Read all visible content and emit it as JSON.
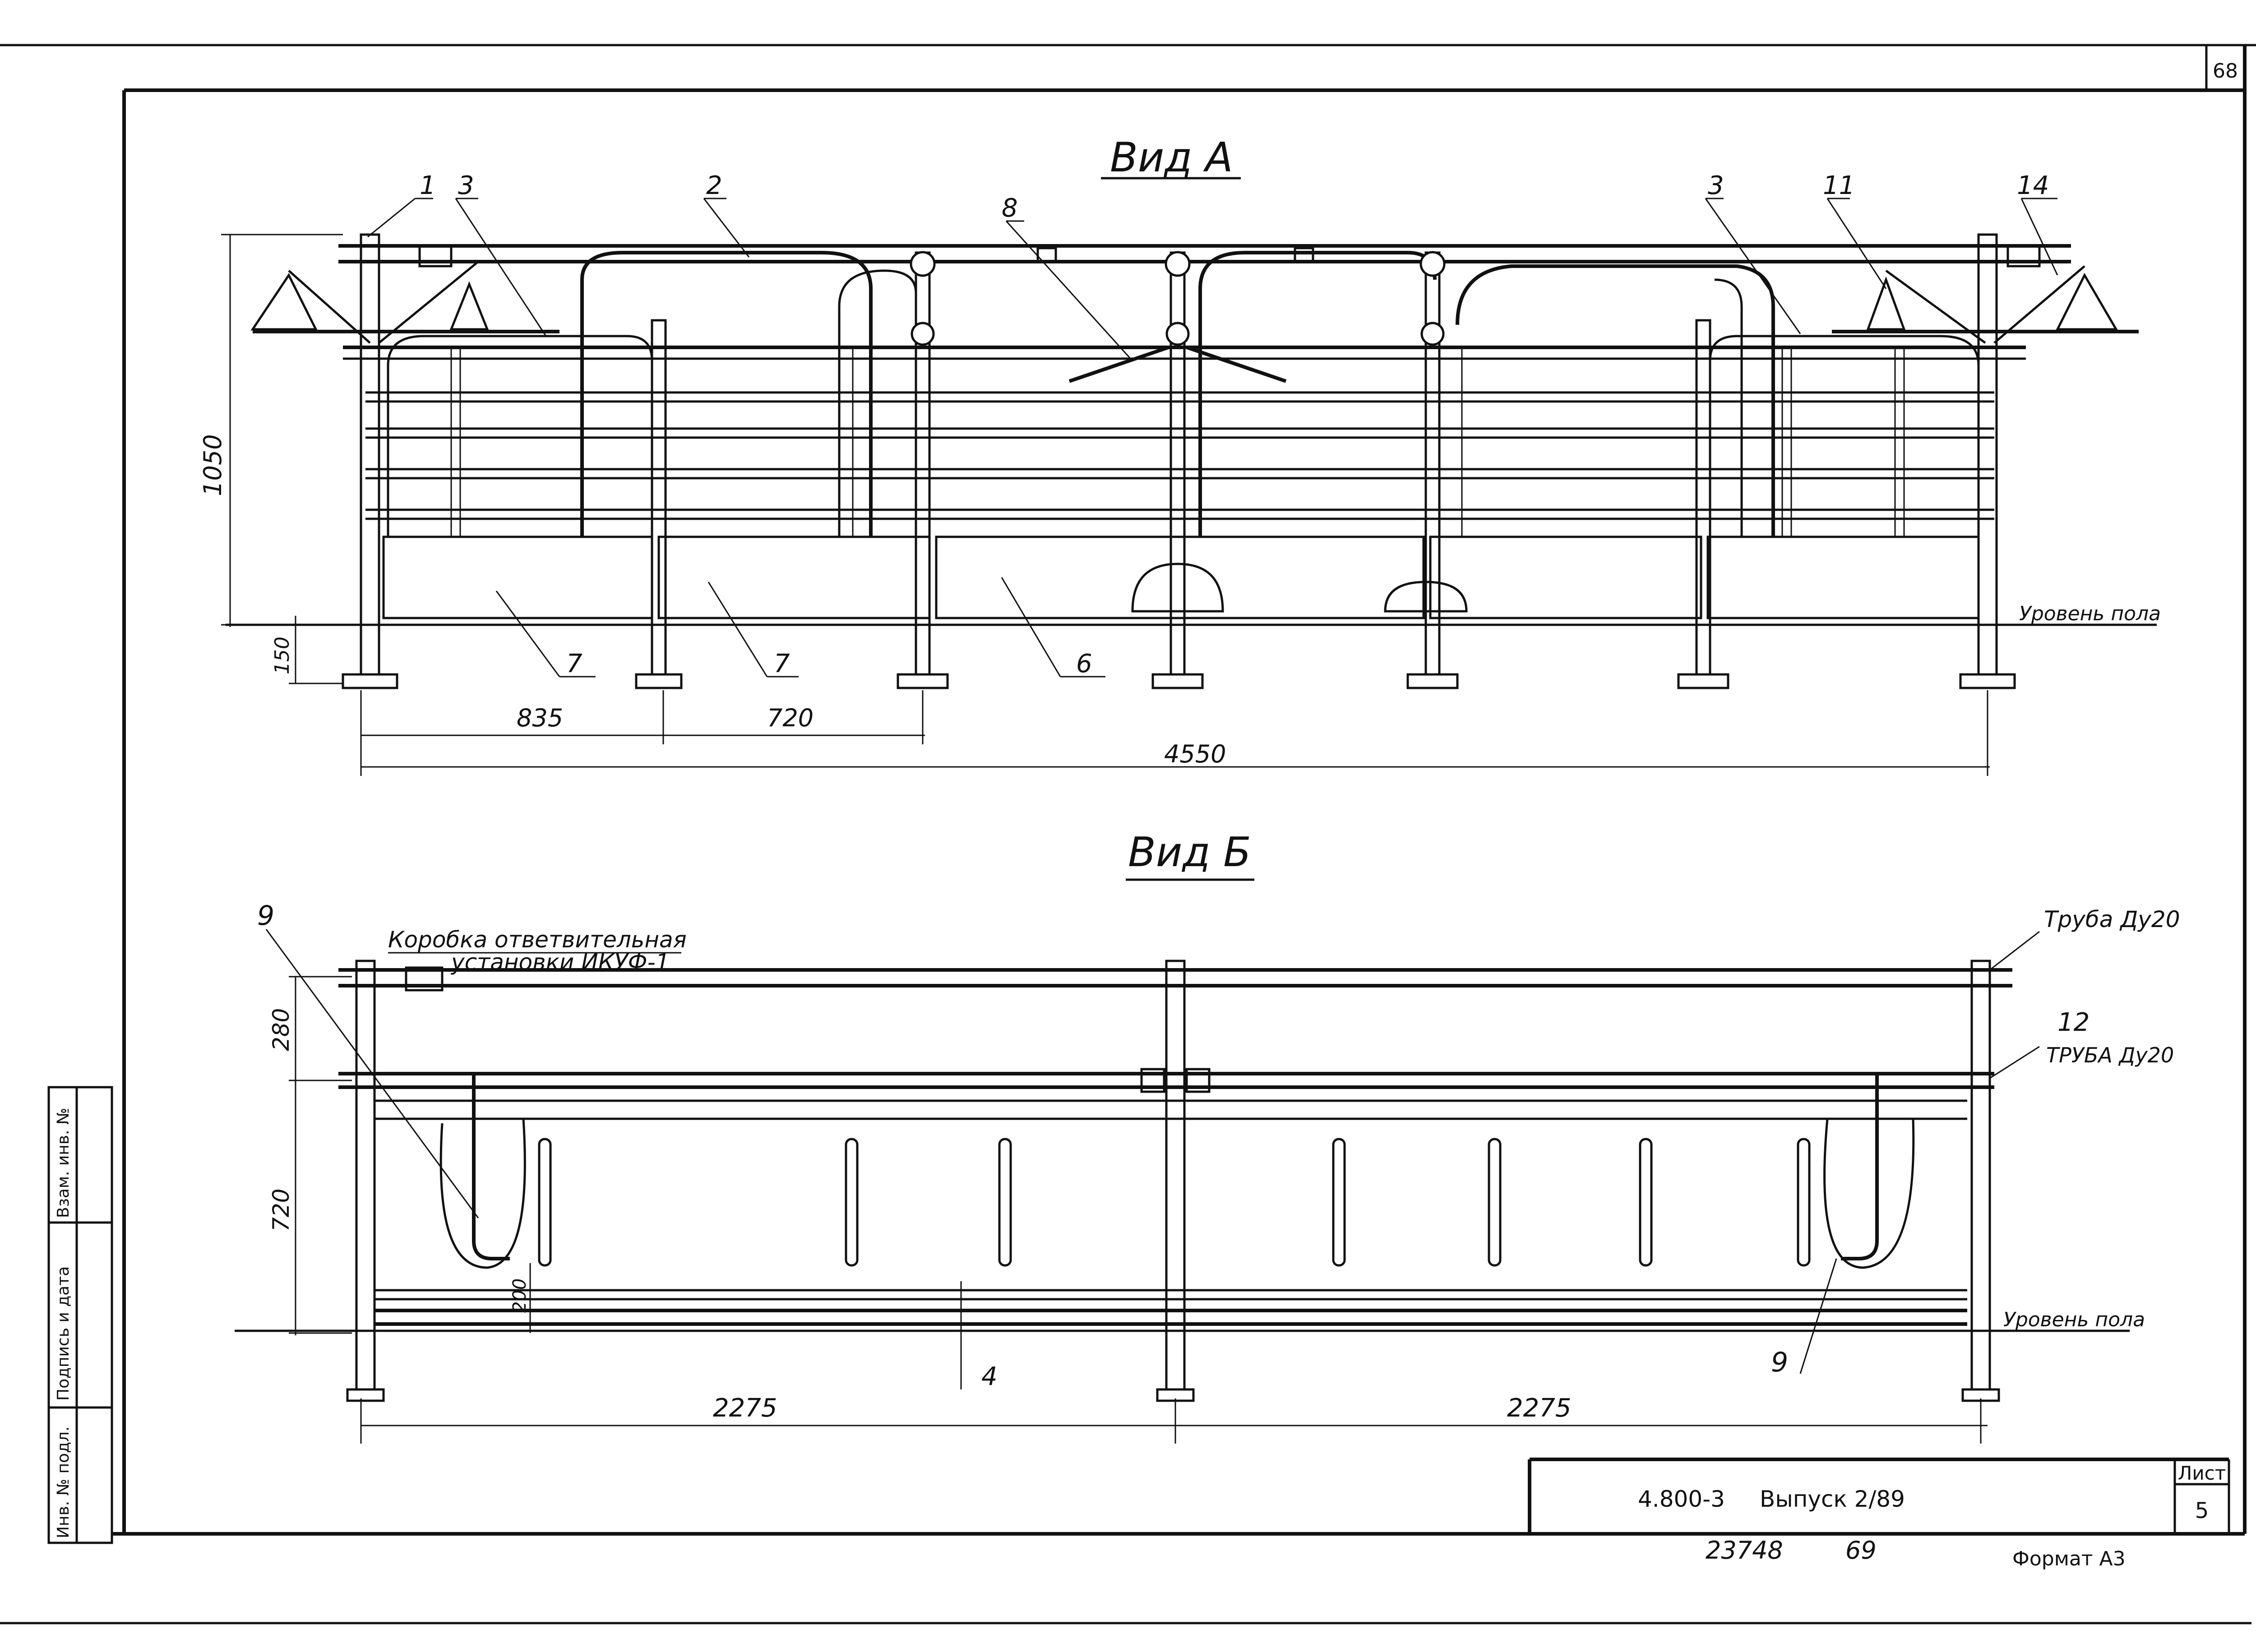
{
  "sheet": {
    "corner_page_number": "68",
    "sheet_label": "Лист",
    "sheet_number": "5",
    "doc_code": "4.800-3",
    "doc_issue": "Выпуск 2/89",
    "stamp_number": "23748",
    "stamp_number_2": "69",
    "format": "Формат А3"
  },
  "side_stamp": [
    "Инв. № подл.",
    "Подпись и дата",
    "Взам. инв. №"
  ],
  "view_a": {
    "title": "Вид А",
    "floor_label": "Уровень пола",
    "callouts": [
      "1",
      "3",
      "2",
      "8",
      "3",
      "11",
      "14",
      "7",
      "7",
      "6"
    ],
    "dimensions": {
      "height": "1050",
      "base": "150",
      "span1": "835",
      "span2": "720",
      "total": "4550"
    }
  },
  "view_b": {
    "title": "Вид Б",
    "floor_label": "Уровень пола",
    "box_label_line1": "Коробка ответвительная",
    "box_label_line2": "установки ИКУФ-1",
    "pipe_label_top": "Труба Ду20",
    "pipe_label_mid": "ТРУБА Ду20",
    "callouts": [
      "9",
      "12",
      "9",
      "4"
    ],
    "dimensions": {
      "upper": "280",
      "middle": "720",
      "lower": "200",
      "span_left": "2275",
      "span_right": "2275"
    }
  }
}
